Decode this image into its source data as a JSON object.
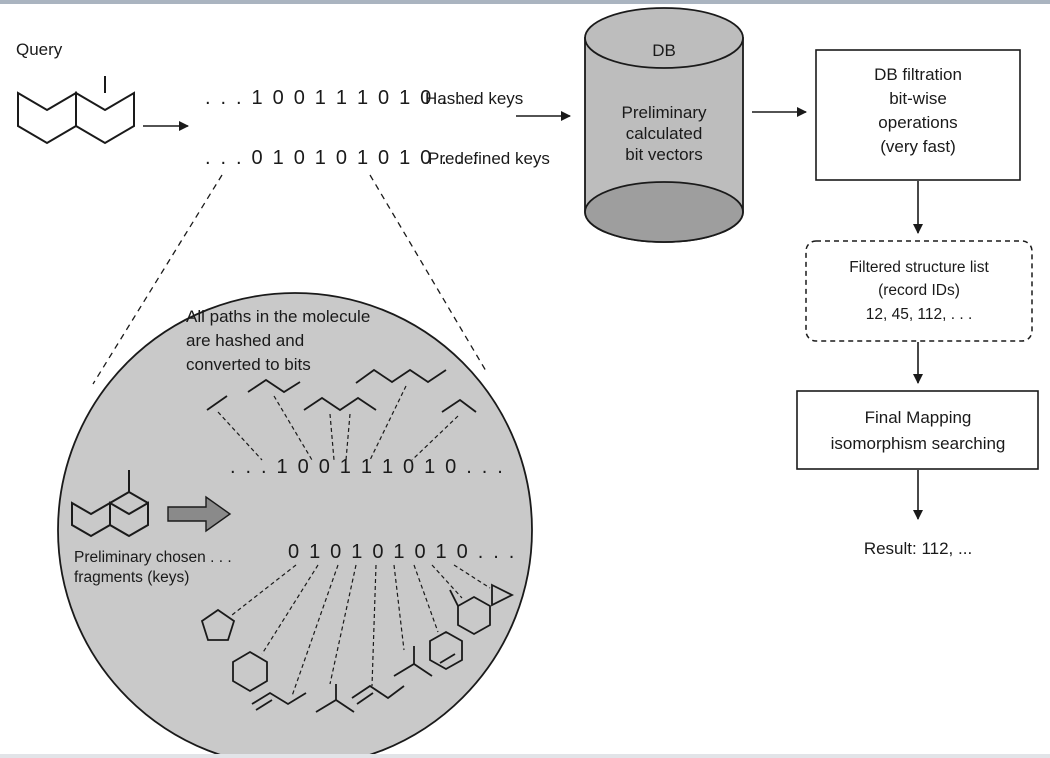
{
  "query_label": "Query",
  "keys": {
    "hashed_bits": ". . . 1 0 0 1 1 1 0 1 0 . . .",
    "hashed_label": "Hashed keys",
    "predefined_bits": ". . . 0 1 0 1 0 1 0 1 0 . . .",
    "predefined_label": "Predefined keys"
  },
  "db": {
    "title": "DB",
    "lines": [
      "Preliminary",
      "calculated",
      "bit vectors"
    ]
  },
  "filtration": {
    "lines": [
      "DB filtration",
      "bit-wise",
      "operations",
      "(very fast)"
    ]
  },
  "filtered_list": {
    "lines": [
      "Filtered structure list",
      "(record IDs)",
      "12, 45, 112, . . ."
    ]
  },
  "final_mapping": {
    "lines": [
      "Final Mapping",
      "isomorphism searching"
    ]
  },
  "result": "Result:  112, ...",
  "circle": {
    "paths_note": [
      "All paths in the molecule",
      "are hashed and",
      "converted to bits"
    ],
    "hashed_bits": ". . . 1 0 0 1 1 1 0 1 0  . . .",
    "predefined_bits": "0 1 0 1 0 1 0 1 0  . . .",
    "chosen_note": [
      "Preliminary chosen . . .",
      "fragments (keys)"
    ]
  },
  "colors": {
    "circle_fill": "#c9c9c9",
    "db_fill": "#bdbdbd",
    "db_bottom": "#9e9e9e",
    "arrow_fill": "#8a8a8a",
    "line": "#1a1a1a"
  }
}
